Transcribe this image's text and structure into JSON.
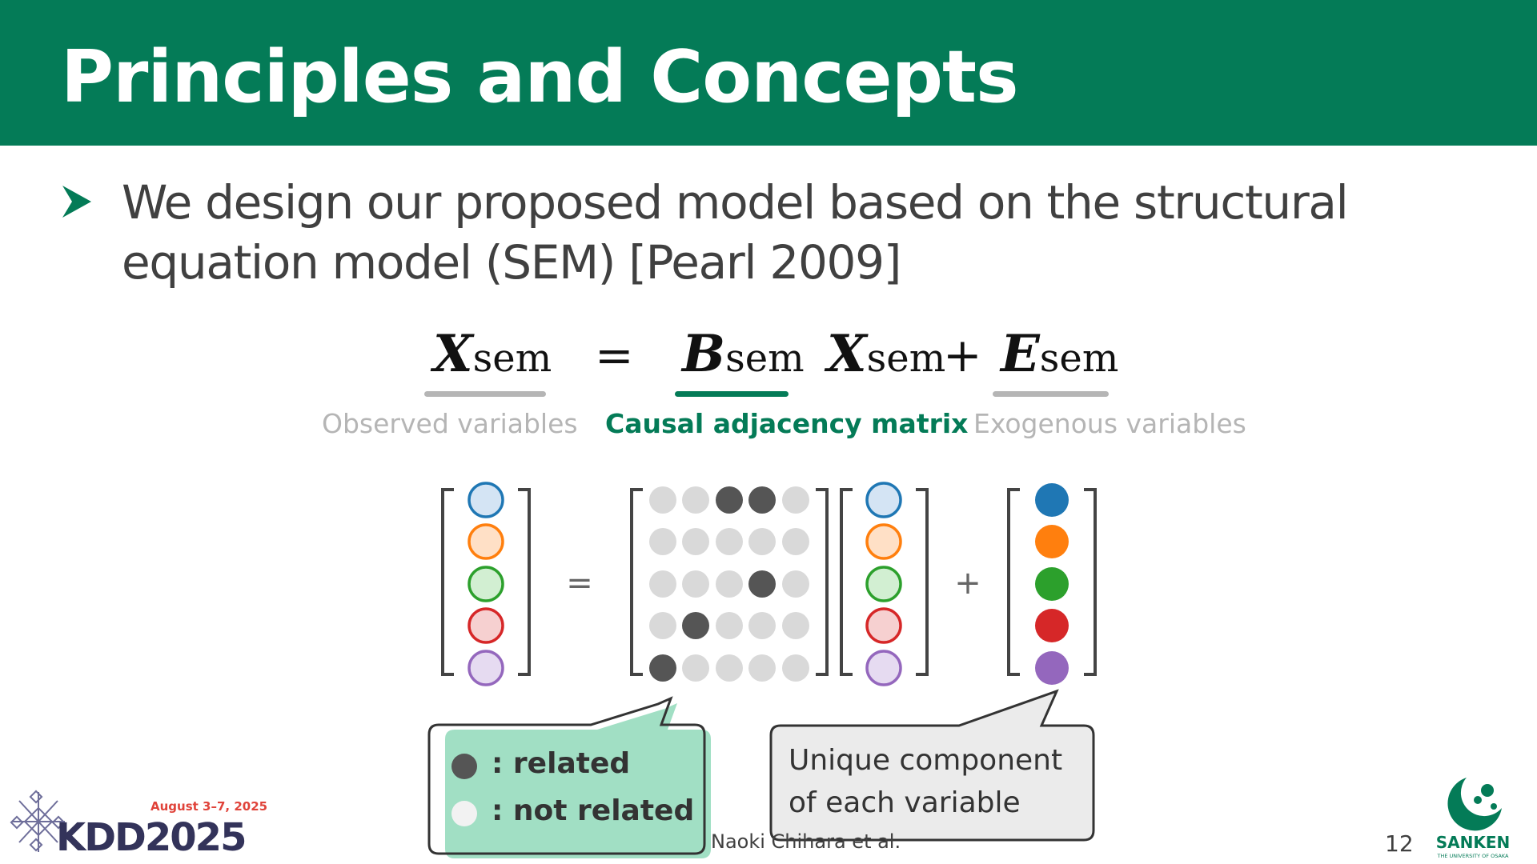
{
  "header": {
    "title": "Principles and Concepts"
  },
  "bullet": {
    "text": "We design our proposed model based on the structural equation model (SEM)",
    "citation": "[Pearl 2009]"
  },
  "equation": {
    "lhs_symbol": "X",
    "lhs_sub": "sem",
    "equals": "=",
    "b_symbol": "B",
    "b_sub": "sem",
    "x2_symbol": "X",
    "x2_sub": "sem",
    "plus": "+",
    "e_symbol": "E",
    "e_sub": "sem"
  },
  "captions": {
    "observed": "Observed variables",
    "causal": "Causal adjacency matrix",
    "exogenous": "Exogenous variables"
  },
  "diagram": {
    "equals": "=",
    "plus": "+",
    "matrix": [
      [
        0,
        0,
        1,
        1,
        0
      ],
      [
        0,
        0,
        0,
        0,
        0
      ],
      [
        0,
        0,
        0,
        1,
        0
      ],
      [
        0,
        1,
        0,
        0,
        0
      ],
      [
        1,
        0,
        0,
        0,
        0
      ]
    ]
  },
  "legend": {
    "related": ": related",
    "not_related": ": not related"
  },
  "exo_callout": {
    "line1": "Unique component",
    "line2": "of each variable"
  },
  "footer": {
    "author": "Naoki Chihara et al.",
    "page": "12"
  },
  "kdd_logo": {
    "dates": "August 3–7, 2025",
    "name": "KDD2025"
  },
  "sanken_logo": {
    "name": "SANKEN",
    "subtitle": "THE UNIVERSITY OF OSAKA"
  },
  "colors": {
    "header_bg": "#047b57",
    "accent_green": "#047b57",
    "gray_caption": "#b5b5b5",
    "dark_dot": "#555555",
    "light_dot": "#d9d9d9",
    "series": [
      "#1f77b4",
      "#ff7f0e",
      "#2ca02c",
      "#d62728",
      "#9467bd"
    ],
    "series_light": [
      "#d4e4f4",
      "#ffe0c6",
      "#d2efd2",
      "#f6d0d0",
      "#e6dbf1"
    ]
  }
}
